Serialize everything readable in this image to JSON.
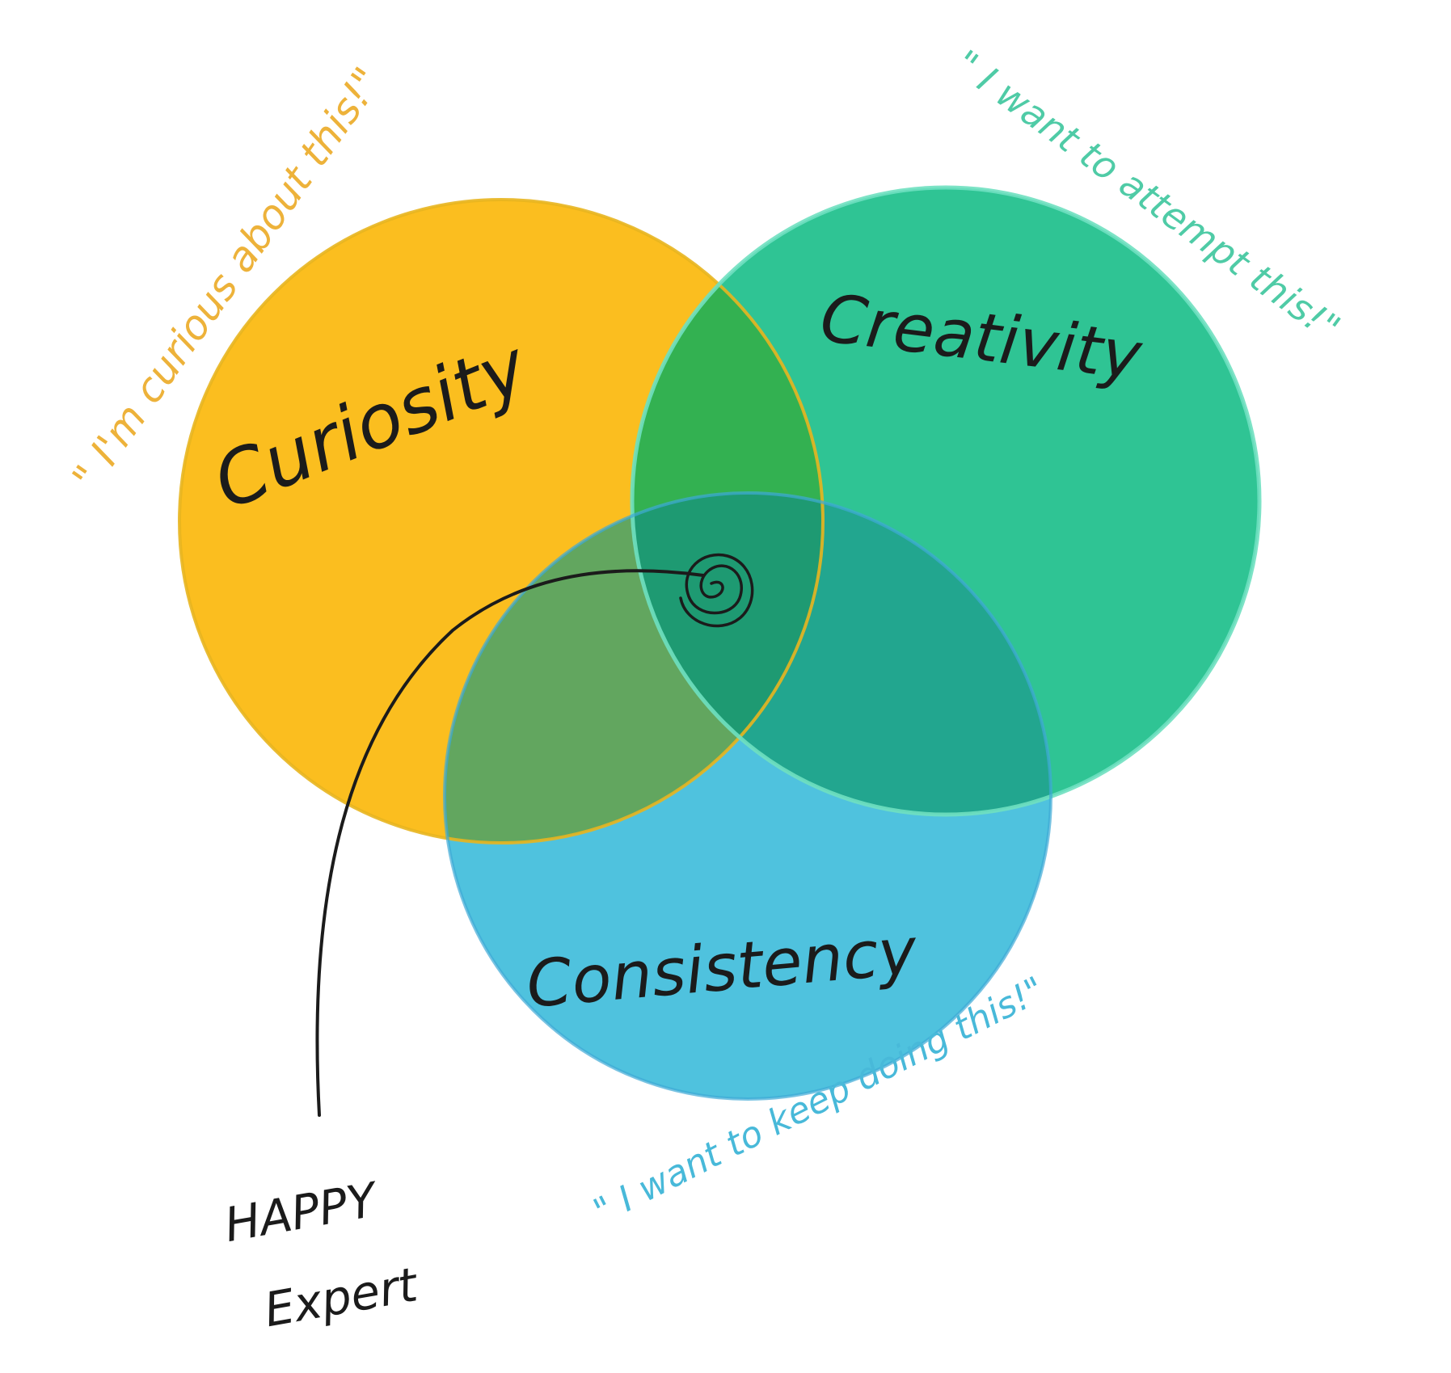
{
  "diagram": {
    "sets": [
      {
        "id": "curiosity",
        "label": "Curiosity",
        "quote": "\" I'm curious about this!\"",
        "color": "#FBBE1F",
        "quote_color": "#EDB23A"
      },
      {
        "id": "creativity",
        "label": "Creativity",
        "quote": "\" I want to attempt this!\"",
        "color": "#2FC494",
        "quote_color": "#4FCBA6"
      },
      {
        "id": "consistency",
        "label": "Consistency",
        "quote": "\" I want to keep doing this!\"",
        "color": "#4FC2DE",
        "quote_color": "#48B9D9"
      }
    ],
    "overlap_colors": {
      "curiosity_creativity": "#33B151",
      "curiosity_consistency": "#62A65F",
      "creativity_consistency": "#22A68F",
      "center": "#1E9A72"
    },
    "center_label": {
      "line1": "HAPPY",
      "line2": "Expert"
    },
    "pointer_color": "#1b1b1b"
  }
}
